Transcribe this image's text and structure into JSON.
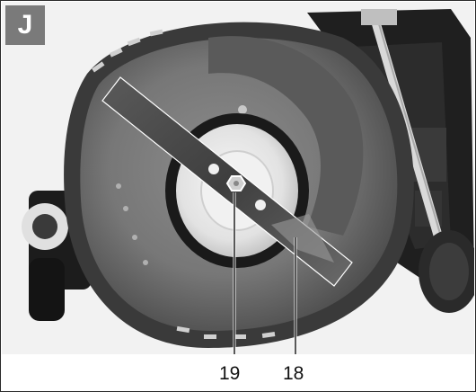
{
  "figure": {
    "badge_label": "J",
    "callouts": [
      {
        "label": "19",
        "target": "blade-bolt-icon"
      },
      {
        "label": "18",
        "target": "blade-icon"
      }
    ]
  },
  "colors": {
    "deck_dark": "#2e2e2e",
    "deck_grey": "#6e6e6e",
    "deck_light": "#9a9a9a",
    "blade": "#4a4a4a",
    "hub": "#e6e6e6",
    "badge": "#7a7a7a"
  }
}
